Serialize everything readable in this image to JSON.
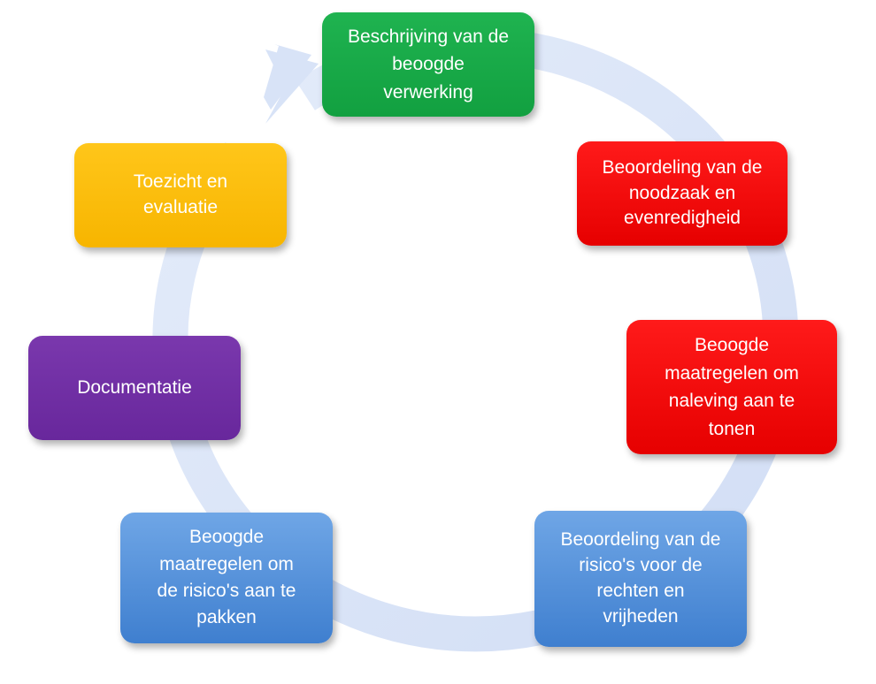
{
  "diagram": {
    "type": "cycle",
    "colors": {
      "ring": "#dce6f8",
      "green": "#16a846",
      "red": "#ff0000",
      "blue": "#5b93db",
      "purple": "#7030a0",
      "yellow": "#ffc000"
    },
    "steps": [
      {
        "lines": [
          "Beschrijving van de",
          "beoogde",
          "verwerking"
        ]
      },
      {
        "lines": [
          "Beoordeling van de",
          "noodzaak en",
          "evenredigheid"
        ]
      },
      {
        "lines": [
          "Beoogde",
          "maatregelen om",
          "naleving aan te",
          "tonen"
        ]
      },
      {
        "lines": [
          "Beoordeling van de",
          "risico's voor de",
          "rechten en",
          "vrijheden"
        ]
      },
      {
        "lines": [
          "Beoogde",
          "maatregelen om",
          "de risico's aan te",
          "pakken"
        ]
      },
      {
        "lines": [
          "Documentatie"
        ]
      },
      {
        "lines": [
          "Toezicht en",
          "evaluatie"
        ]
      }
    ]
  }
}
